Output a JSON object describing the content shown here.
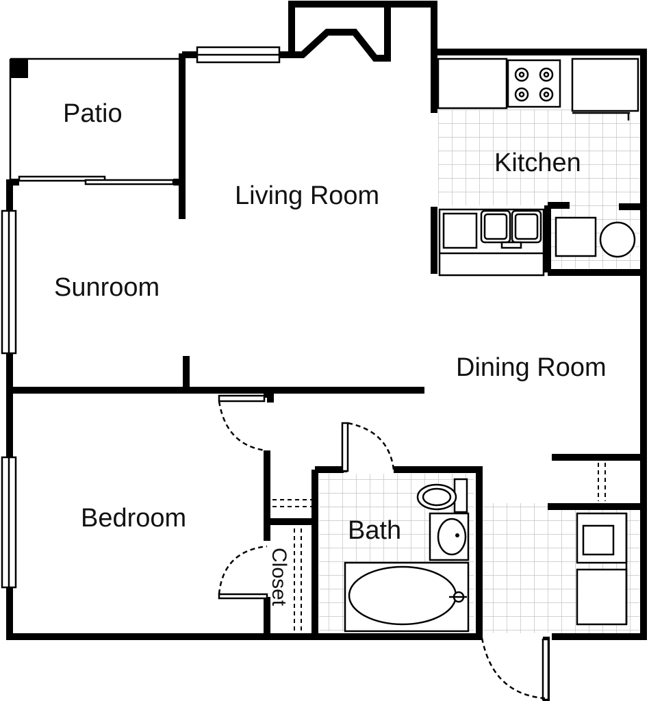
{
  "rooms": {
    "patio": "Patio",
    "living_room": "Living Room",
    "kitchen": "Kitchen",
    "sunroom": "Sunroom",
    "dining_room": "Dining Room",
    "bedroom": "Bedroom",
    "bath": "Bath",
    "closet": "Closet"
  },
  "colors": {
    "wall": "#000000",
    "background": "#ffffff",
    "grid": "#b8b8b8",
    "text": "#111111"
  }
}
